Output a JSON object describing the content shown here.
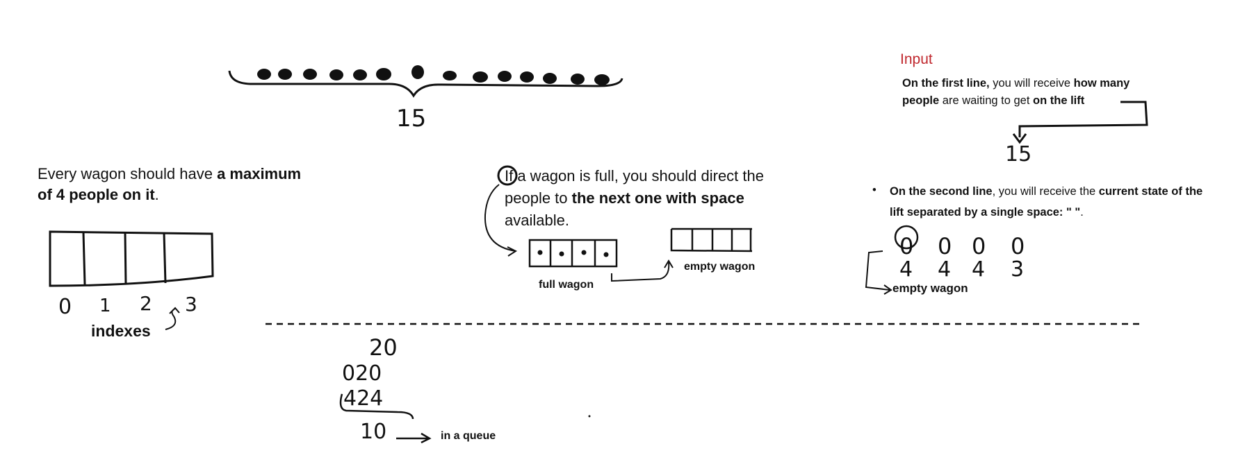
{
  "top_people": {
    "count_label": "15"
  },
  "wagon_section": {
    "text_a": "Every wagon should have ",
    "text_b": "a maximum",
    "text_c": "of 4 people on it",
    "text_d": ".",
    "indexes": [
      "0",
      "1",
      "2",
      "3"
    ],
    "indexes_label": "indexes"
  },
  "full_section": {
    "line1": "If a wagon is full, you should direct the",
    "line2_a": "people to ",
    "line2_b": "the next one with space",
    "line3": "available.",
    "full_wagon_label": "full wagon",
    "empty_wagon_label": "empty wagon"
  },
  "input_section": {
    "title": "Input",
    "l1_a": "On the first line,",
    "l1_b": " you will receive ",
    "l1_c": "how many",
    "l2_a": "people",
    "l2_b": " are waiting to get ",
    "l2_c": "on the lift",
    "people_value": "15",
    "bullet": "•",
    "l3_a": "On the second line",
    "l3_b": ", you will receive the ",
    "l3_c": "current state of the",
    "l4_a": "lift separated by a single space: \"   \"",
    "l4_b": ".",
    "state_top": [
      "0",
      "0",
      "0",
      "0"
    ],
    "state_bottom": [
      "4",
      "4",
      "4",
      "3"
    ],
    "empty_wagon_label": "empty wagon"
  },
  "example": {
    "row1": "20",
    "row2": "020",
    "row3": "424",
    "result": "10",
    "queue_label": "in a queue"
  },
  "colors": {
    "ink": "#111111",
    "accent_red": "#c0282e"
  }
}
